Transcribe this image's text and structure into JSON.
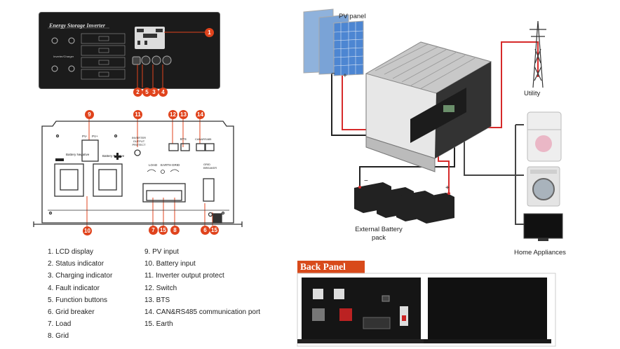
{
  "front_panel": {
    "title": "Energy Storage Inverter"
  },
  "callouts": {
    "c1": "1",
    "c2": "2",
    "c5": "5",
    "c3": "3",
    "c4": "4",
    "c9": "9",
    "c11": "11",
    "c12": "12",
    "c13": "13",
    "c14": "14",
    "c10": "10",
    "c7": "7",
    "c15a": "15",
    "c8": "8",
    "c6": "6",
    "c15b": "15"
  },
  "back_labels": {
    "battery_negative": "Battery Negative",
    "battery_positive": "Battery Positive",
    "pv": "PV-",
    "pv_plus": "PV+",
    "inverter_protect": "INVERTER OUTPUT PROTECT",
    "bts": "BTS",
    "can": "CAN&RS485",
    "load": "LOAD",
    "earth": "EARTH",
    "grid": "GRID",
    "grid_breaker": "GRID BREAKER"
  },
  "legend_left": [
    "1. LCD display",
    "2. Status indicator",
    "3. Charging indicator",
    "4. Fault indicator",
    "5. Function buttons",
    "6. Grid breaker",
    "7. Load",
    "8. Grid"
  ],
  "legend_right": [
    "9. PV input",
    "10. Battery input",
    "11. Inverter output protect",
    "12. Switch",
    "13. BTS",
    "14. CAN&RS485 communication port",
    "15. Earth"
  ],
  "system": {
    "pv_panel": "PV panel",
    "utility": "Utility",
    "battery": "External Battery pack",
    "home": "Home Appliances",
    "minus": "−",
    "plus": "+"
  },
  "back_panel_title": "Back Panel",
  "colors": {
    "accent": "#e0431c",
    "wire_red": "#d62a2a",
    "wire_black": "#222222"
  }
}
